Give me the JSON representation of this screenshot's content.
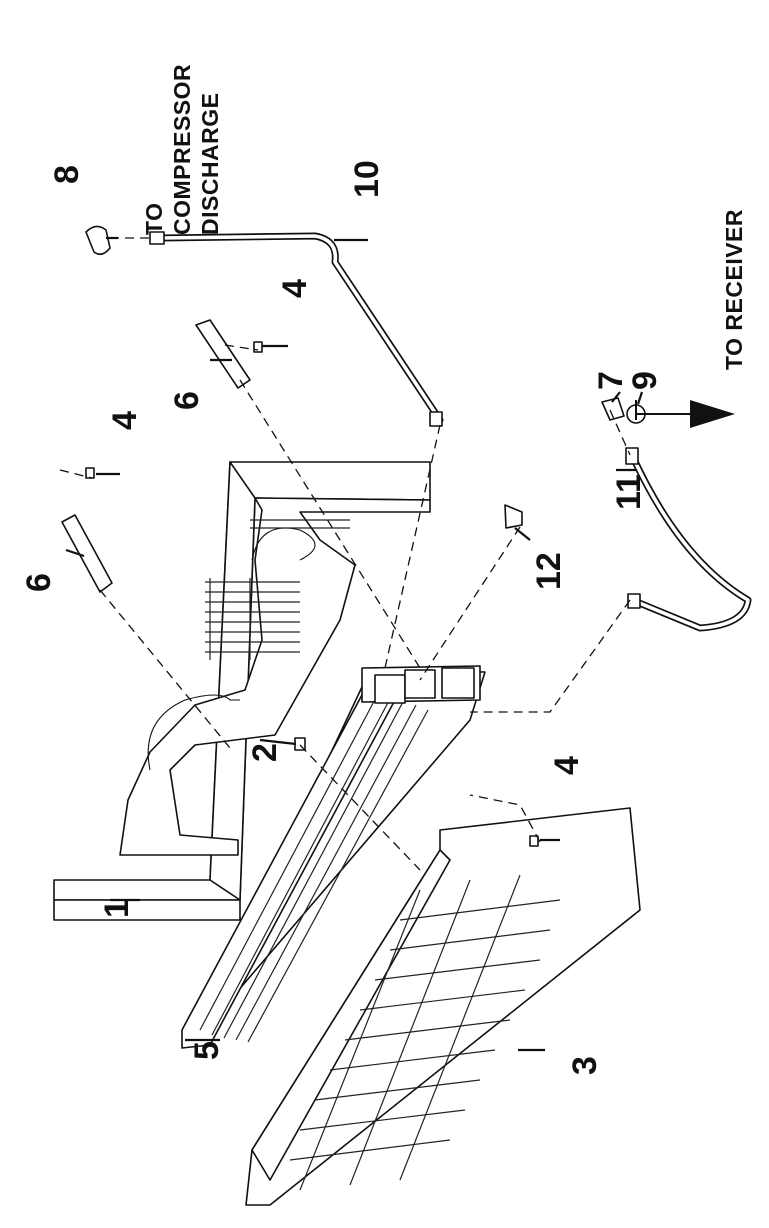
{
  "callouts": {
    "c1": "1",
    "c2": "2",
    "c3": "3",
    "c4a": "4",
    "c4b": "4",
    "c4c": "4",
    "c5": "5",
    "c6a": "6",
    "c6b": "6",
    "c7": "7",
    "c8": "8",
    "c9": "9",
    "c10": "10",
    "c11": "11",
    "c12": "12"
  },
  "notes": {
    "compressor_line1": "TO",
    "compressor_line2": "COMPRESSOR",
    "compressor_line3": "DISCHARGE",
    "receiver": "TO RECEIVER"
  }
}
